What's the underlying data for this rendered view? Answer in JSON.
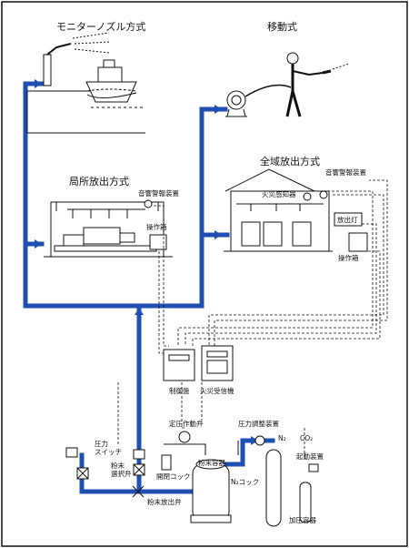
{
  "sections": {
    "monitor_nozzle": "モニターノズル方式",
    "mobile": "移動式",
    "local_discharge": "局所放出方式",
    "total_flooding": "全域放出方式"
  },
  "labels": {
    "alarm_local": "音響警報装置",
    "alarm_total": "音響警報装置",
    "fire_detector": "火災感知器",
    "discharge_lamp": "放出灯",
    "control_box_local": "操作箱",
    "control_box_total": "操作箱",
    "control_panel": "制御盤",
    "fire_receiver": "火災受信機",
    "constant_pressure_valve": "定圧作動弁",
    "pressure_regulator": "圧力調整装置",
    "n2_top": "N₂",
    "co2": "CO₂",
    "pressure_switch": "圧力\nスイッチ",
    "powder_selector_valve": "粉末\n選択弁",
    "open_close_cock": "開閉コック",
    "powder_container": "粉末容器",
    "n2_cock": "N₂コック",
    "starter": "起動装置",
    "powder_discharge_valve": "粉末放出弁",
    "pressure_vessel": "加圧容器"
  },
  "colors": {
    "pipe": "#1f4fb0",
    "line": "#111111"
  }
}
